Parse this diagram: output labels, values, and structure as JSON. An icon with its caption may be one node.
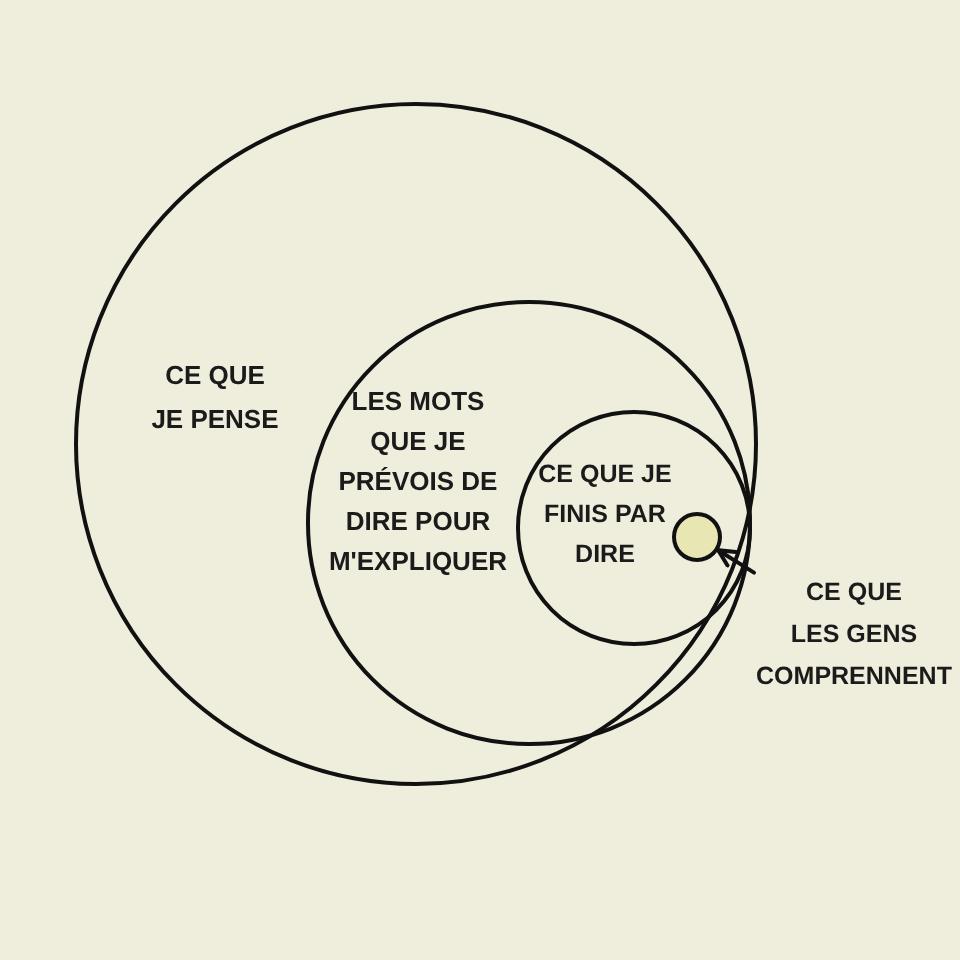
{
  "diagram": {
    "nodes": [
      {
        "text": [
          "CE QUE JE PENSE"
        ]
      },
      {
        "text": [
          "LES MOTS QUE JE PRÉVOIS DE DIRE POUR M'EXPLIQUER"
        ],
        "in": 0
      },
      {
        "text": [
          "CE QUE JE FINIS PAR DIRE"
        ],
        "in": 1
      },
      {
        "text": [],
        "shape": "circle",
        "in": 2
      },
      {
        "text": [
          "CE QUE LES GENS COMPRENNENT"
        ]
      }
    ],
    "edges": [
      {
        "from": 4,
        "to": 3,
        "arrow": "to"
      }
    ]
  }
}
